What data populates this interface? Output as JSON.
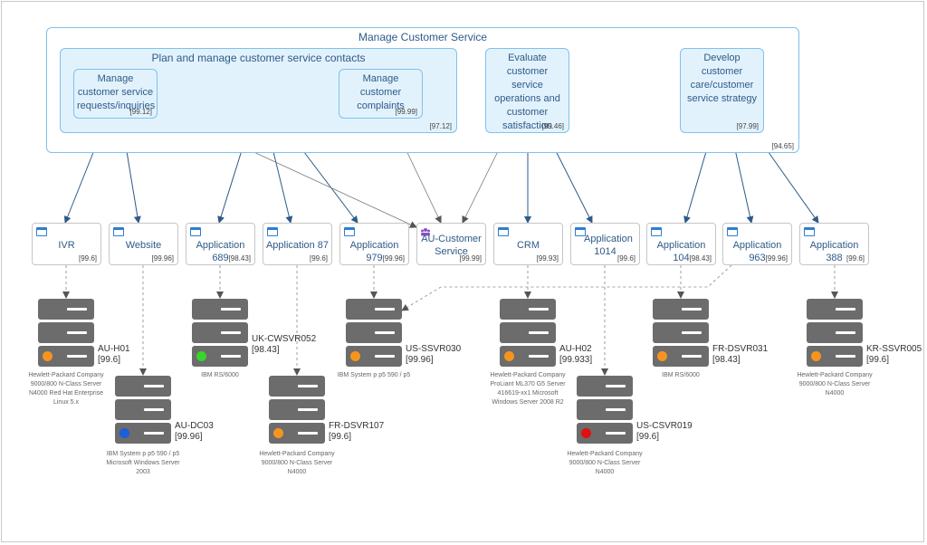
{
  "capabilities": {
    "root": {
      "title": "Manage Customer Service",
      "score": "[94.65]"
    },
    "plan": {
      "title": "Plan and manage customer service contacts",
      "score": "[97.12]"
    },
    "requests": {
      "title": "Manage customer service requests/inquiries",
      "score": "[99.12]"
    },
    "complaints": {
      "title": "Manage customer complaints",
      "score": "[99.99]"
    },
    "evaluate": {
      "title": "Evaluate customer service operations and customer satisfaction",
      "score": "[99.46]"
    },
    "develop": {
      "title": "Develop customer care/customer service strategy",
      "score": "[97.99]"
    }
  },
  "applications": [
    {
      "name": "IVR",
      "score": "[99.6]"
    },
    {
      "name": "Website",
      "score": "[99.96]"
    },
    {
      "name": "Application 689",
      "score": "[98.43]"
    },
    {
      "name": "Application 87",
      "score": "[99.6]"
    },
    {
      "name": "Application 979",
      "score": "[99.96]"
    },
    {
      "name": "AU-Customer Service",
      "score": "[99.99]"
    },
    {
      "name": "CRM",
      "score": "[99.93]"
    },
    {
      "name": "Application 1014",
      "score": "[99.6]"
    },
    {
      "name": "Application 104",
      "score": "[98.43]"
    },
    {
      "name": "Application 963",
      "score": "[99.96]"
    },
    {
      "name": "Application 388",
      "score": "[99.6]"
    }
  ],
  "servers": [
    {
      "name": "AU-H01",
      "score": "[99.6]",
      "status_color": "#f7941d",
      "desc": "Hewlett-Packard Company 9000/800 N-Class Server N4000 Red Hat Enterprise Linux 5.x"
    },
    {
      "name": "AU-DC03",
      "score": "[99.96]",
      "status_color": "#1b5fd9",
      "desc": "IBM System p p5 590 / p5 Microsoft Windows Server 2003"
    },
    {
      "name": "UK-CWSVR052",
      "score": "[98.43]",
      "status_color": "#39d42a",
      "desc": "IBM RS/6000"
    },
    {
      "name": "FR-DSVR107",
      "score": "[99.6]",
      "status_color": "#f7941d",
      "desc": "Hewlett-Packard Company 9000/800 N-Class Server N4000"
    },
    {
      "name": "US-SSVR030",
      "score": "[99.96]",
      "status_color": "#f7941d",
      "desc": "IBM System p p5 590 / p5"
    },
    {
      "name": "AU-H02",
      "score": "[99.933]",
      "status_color": "#f7941d",
      "desc": "Hewlett-Packard Company ProLiant ML370 G5 Server 416619-xx1 Microsoft Windows Server 2008 R2"
    },
    {
      "name": "US-CSVR019",
      "score": "[99.6]",
      "status_color": "#e01010",
      "desc": "Hewlett-Packard Company 9000/800 N-Class Server N4000"
    },
    {
      "name": "FR-DSVR031",
      "score": "[98.43]",
      "status_color": "#f7941d",
      "desc": "IBM RS/6000"
    },
    {
      "name": "KR-SSVR005",
      "score": "[99.6]",
      "status_color": "#f7941d",
      "desc": "Hewlett-Packard Company 9000/800 N-Class Server N4000"
    }
  ]
}
